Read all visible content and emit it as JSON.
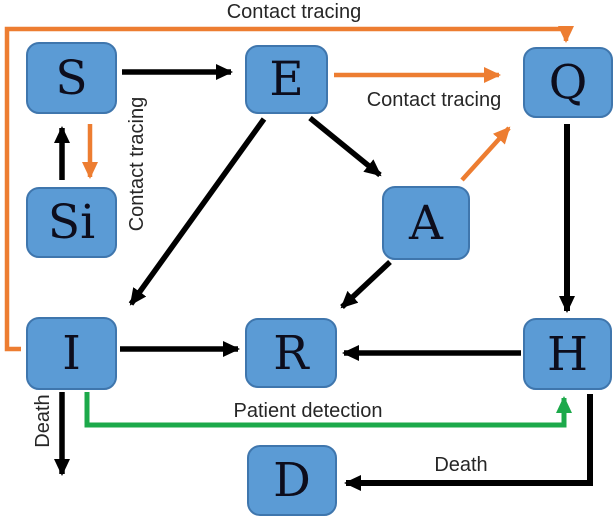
{
  "figure_type": "compartment-model flow diagram",
  "nodes": {
    "s": {
      "label": "S"
    },
    "si": {
      "label": "Si"
    },
    "e": {
      "label": "E"
    },
    "q": {
      "label": "Q"
    },
    "a": {
      "label": "A"
    },
    "i": {
      "label": "I"
    },
    "r": {
      "label": "R"
    },
    "h": {
      "label": "H"
    },
    "d": {
      "label": "D"
    }
  },
  "edge_labels": {
    "contact_tracing_top": "Contact tracing",
    "contact_tracing_mid": "Contact tracing",
    "contact_tracing_vertical": "Contact tracing",
    "patient_detection": "Patient detection",
    "death_left": "Death",
    "death_bottom": "Death"
  },
  "edges": [
    {
      "from": "S",
      "to": "E",
      "color": "black"
    },
    {
      "from": "S",
      "to": "Si",
      "color": "orange"
    },
    {
      "from": "Si",
      "to": "S",
      "color": "black"
    },
    {
      "from": "E",
      "to": "Q",
      "color": "orange",
      "label": "Contact tracing"
    },
    {
      "from": "E",
      "to": "I",
      "color": "black"
    },
    {
      "from": "E",
      "to": "A",
      "color": "black"
    },
    {
      "from": "A",
      "to": "Q",
      "color": "orange"
    },
    {
      "from": "A",
      "to": "R",
      "color": "black"
    },
    {
      "from": "Q",
      "to": "H",
      "color": "black"
    },
    {
      "from": "I",
      "to": "R",
      "color": "black"
    },
    {
      "from": "H",
      "to": "R",
      "color": "black"
    },
    {
      "from": "I",
      "to": "Q",
      "color": "orange",
      "label": "Contact tracing"
    },
    {
      "from": "I",
      "to": "H",
      "color": "green",
      "label": "Patient detection"
    },
    {
      "from": "I",
      "to": "death",
      "color": "black",
      "label": "Death"
    },
    {
      "from": "H",
      "to": "D",
      "color": "black",
      "label": "Death"
    }
  ],
  "colors": {
    "background": "#ffffff",
    "node_fill": "#5b9bd5",
    "node_border": "#3f76ad",
    "node_text": "#0d0d1c",
    "arrow_black": "#000000",
    "arrow_orange": "#ed7d31",
    "arrow_green": "#1ca94a",
    "label_text": "#262626"
  }
}
